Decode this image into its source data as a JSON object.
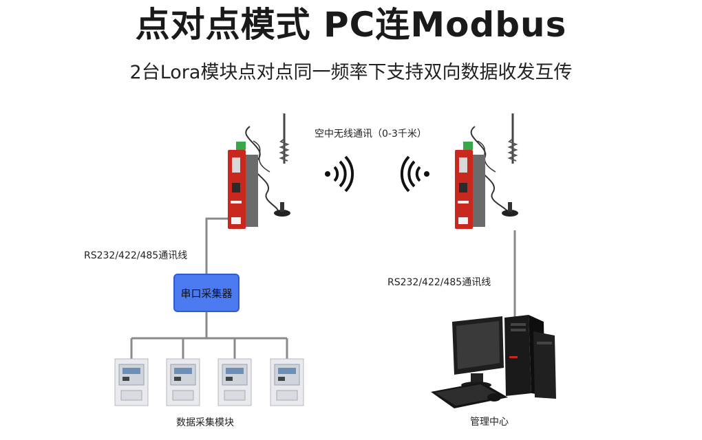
{
  "title": "点对点模式 PC连Modbus",
  "subtitle": "2台Lora模块点对点同一频率下支持双向数据收发互传",
  "wireless_label": "空中无线通讯（0-3千米）",
  "left_cable_label": "RS232/422/485通讯线",
  "right_cable_label": "RS232/422/485通讯线",
  "collector_label": "串口采集器",
  "meters_label": "数据采集模块",
  "pc_label": "管理中心",
  "colors": {
    "device_red": "#c8281e",
    "collector_blue": "#4c7bf1",
    "line_gray": "#8a8a8a"
  }
}
